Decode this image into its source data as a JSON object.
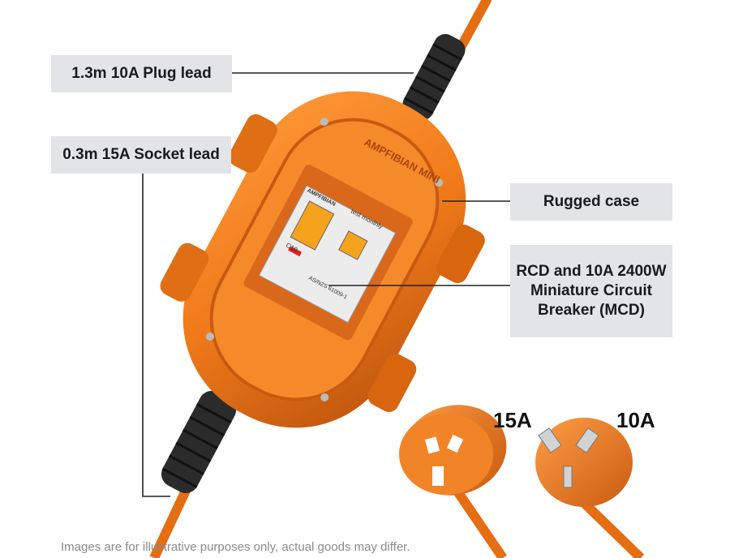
{
  "labels": {
    "plug_lead": "1.3m 10A Plug lead",
    "socket_lead": "0.3m 15A Socket lead",
    "rugged_case": "Rugged case",
    "rcd_breaker": "RCD and 10A 2400W Miniature Circuit Breaker (MCD)"
  },
  "plugs": {
    "socket_rating": "15A",
    "plug_rating": "10A"
  },
  "device_text": {
    "brand": "AMPFIBIAN MINI",
    "breaker_brand": "AMPFIBIAN",
    "test_note": "test monthly",
    "breaker_rating": "C10",
    "standard": "AS/NZS 61009-1"
  },
  "disclaimer": "Images are for illustrative purposes only, actual goods may differ.",
  "colors": {
    "orange": "#f07a1a",
    "dark_orange": "#c85a10",
    "rubber": "#2b2b2b",
    "label_bg": "#e3e4e6"
  }
}
